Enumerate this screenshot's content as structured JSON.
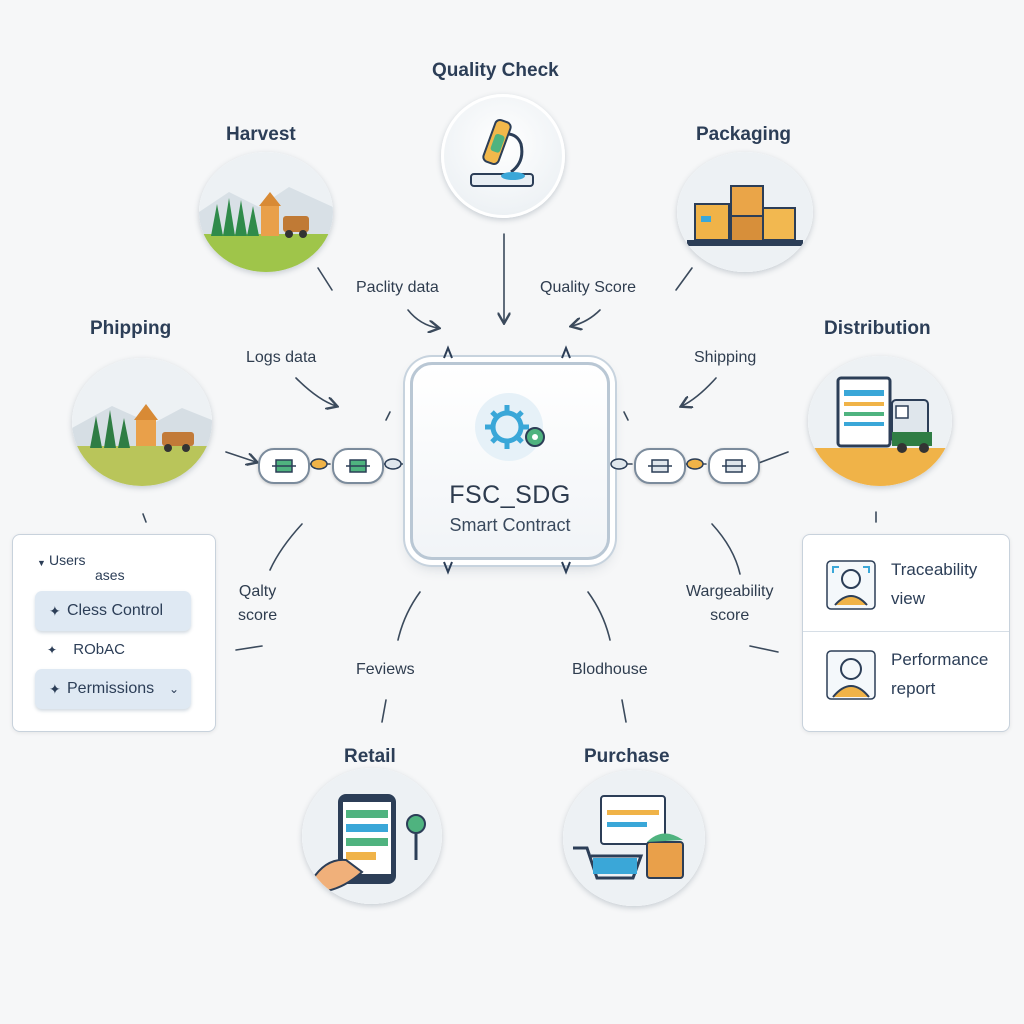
{
  "hub": {
    "title": "FSC_SDG",
    "subtitle": "Smart Contract"
  },
  "stages": {
    "quality_check": "Quality Check",
    "harvest": "Harvest",
    "packaging": "Packaging",
    "shipping": "Phipping",
    "distribution": "Distribution",
    "retail": "Retail",
    "purchase": "Purchase"
  },
  "edge_labels": {
    "harvest": "Paclity data",
    "quality_check": "Quality Score",
    "shipping": "Logs data",
    "distribution": "Shipping",
    "left_score": "Qalty\nscore",
    "right_score": "Wargeability\nscore",
    "retail": "Feviews",
    "purchase": "Blodhouse"
  },
  "left_panel": {
    "header_line1": "Users",
    "header_line2": "ases",
    "access_control": "Cless Control",
    "rbac": "RObAC",
    "permissions": "Permissions"
  },
  "right_panel": {
    "traceability": "Traceability\nview",
    "performance": "Performance\nreport"
  },
  "colors": {
    "accent_blue": "#3aa7d8",
    "node_border": "#7b8b9c",
    "pill_bg": "#dfe9f3",
    "title_navy": "#2c3e57"
  }
}
